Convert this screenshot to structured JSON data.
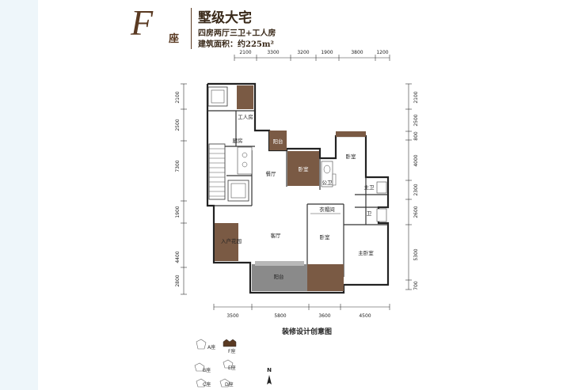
{
  "header": {
    "letter": "F",
    "zuo": "座",
    "title": "墅级大宅",
    "subtitle": "四房两厅三卫+工人房",
    "area": "建筑面积：约225m²"
  },
  "dims": {
    "top": [
      "2100",
      "3300",
      "3200",
      "1900",
      "3800",
      "1200"
    ],
    "bottom": [
      "3500",
      "5800",
      "3600",
      "4500"
    ],
    "left": [
      "2100",
      "2500",
      "7300",
      "1900",
      "4400",
      "2800"
    ],
    "right": [
      "2100",
      "2500",
      "800",
      "4000",
      "2300",
      "2600",
      "5300",
      "700"
    ]
  },
  "rooms": {
    "worker_room": "工人房",
    "kitchen": "厨房",
    "balcony_top": "阳台",
    "dining": "餐厅",
    "bedroom_top": "卧室",
    "public_wc": "公卫",
    "bedroom_right": "卧室",
    "master_wc": "主卫",
    "cloakroom": "衣帽间",
    "garden": "入户花园",
    "living": "客厅",
    "bedroom_mid": "卧室",
    "master_bedroom": "主卧室",
    "balcony_bottom": "阳台",
    "wc_small": "卫"
  },
  "caption": "装修设计创意图",
  "site_map": {
    "a": "A座",
    "f": "F座",
    "b": "B座",
    "e": "E座",
    "c": "C座",
    "d": "D座",
    "north": "N"
  },
  "colors": {
    "accent": "#5a3a22",
    "wood": "#7a5a44"
  }
}
